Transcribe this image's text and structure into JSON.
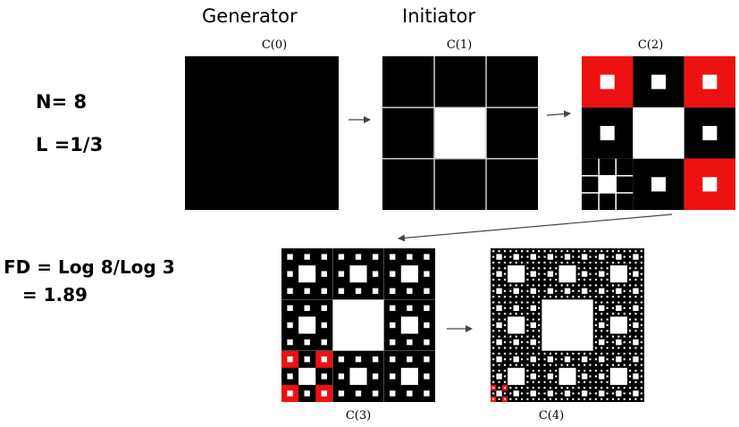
{
  "headers": {
    "generator": "Generator",
    "initiator": "Initiator"
  },
  "parameters": {
    "n": "N= 8",
    "l": "L =1/3",
    "fd_line1": "FD = Log 8/Log 3",
    "fd_line2": "   = 1.89"
  },
  "stages": [
    {
      "label": "C(0)",
      "level": 0
    },
    {
      "label": "C(1)",
      "level": 1
    },
    {
      "label": "C(2)",
      "level": 2
    },
    {
      "label": "C(3)",
      "level": 3
    },
    {
      "label": "C(4)",
      "level": 4
    }
  ],
  "colors": {
    "fill": "#000000",
    "hole": "#ffffff",
    "highlight": "#ee1111",
    "arrow": "#444444"
  }
}
